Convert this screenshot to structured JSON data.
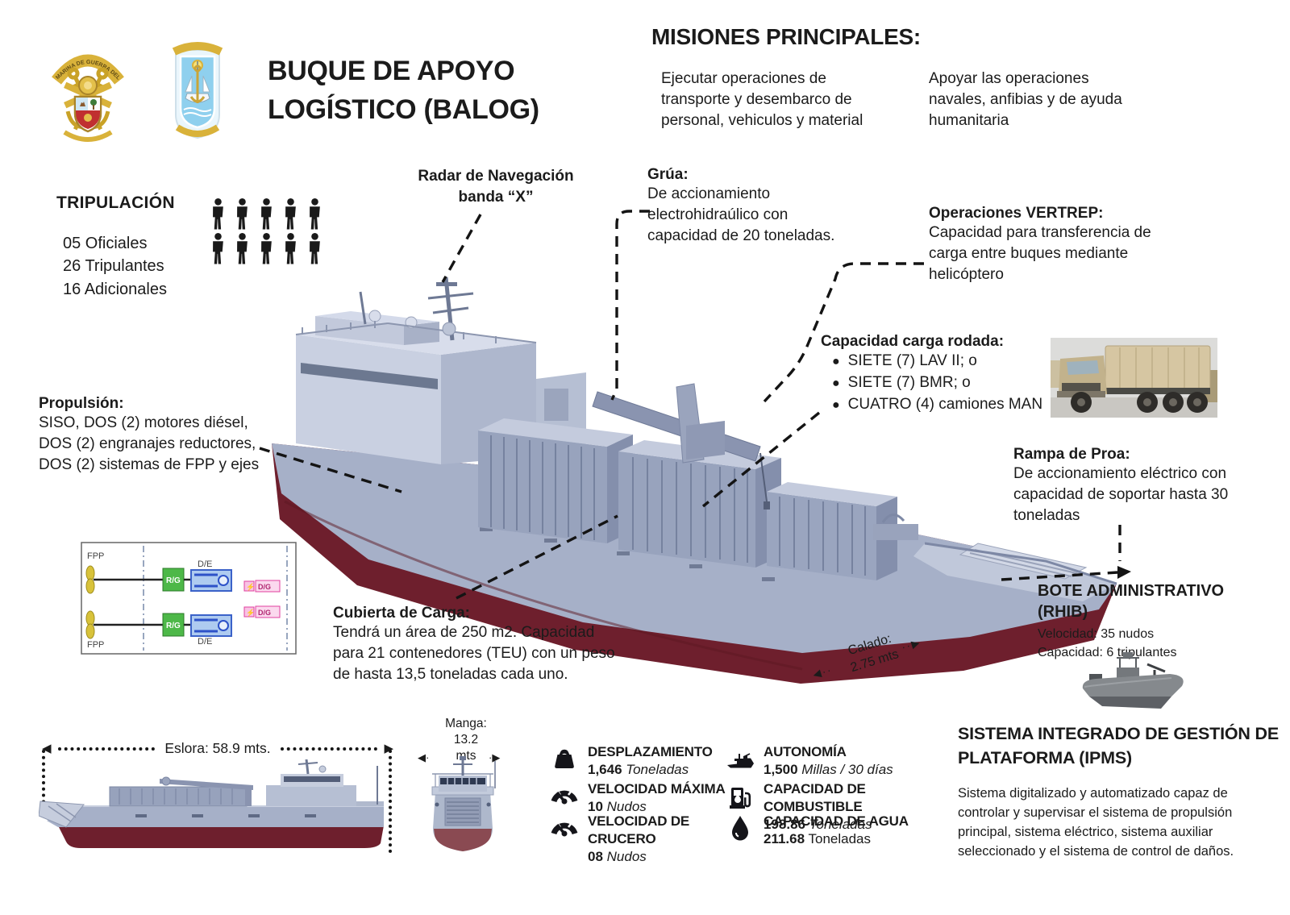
{
  "header": {
    "title": "BUQUE DE APOYO LOGÍSTICO (BALOG)",
    "logo1_ribbon": "MARINA DE GUERRA DEL PERÚ"
  },
  "missions": {
    "heading": "MISIONES PRINCIPALES:",
    "col1": "Ejecutar operaciones de transporte y desembarco de personal, vehiculos y material",
    "col2": "Apoyar las operaciones navales, anfibias y de ayuda humanitaria"
  },
  "crew": {
    "heading": "TRIPULACIÓN",
    "lines": [
      "05 Oficiales",
      "26 Tripulantes",
      "16 Adicionales"
    ],
    "icon_count": 10
  },
  "callouts": {
    "radar": "Radar de Navegación banda “X”",
    "grua_title": "Grúa:",
    "grua_body": "De accionamiento electrohidraúlico con capacidad de 20 toneladas.",
    "vertrep_title": "Operaciones VERTREP:",
    "vertrep_body": "Capacidad para  transferencia de carga entre buques mediante helicóptero",
    "carga_title": "Capacidad carga rodada:",
    "carga_items": [
      "SIETE (7) LAV II; o",
      "SIETE (7) BMR; o",
      "CUATRO (4) camiones MAN"
    ],
    "rampa_title": "Rampa de Proa:",
    "rampa_body": "De accionamiento eléctrico con capacidad de soportar hasta 30 toneladas",
    "propulsion_title": "Propulsión:",
    "propulsion_body": "SISO, DOS (2) motores diésel, DOS (2) engranajes reductores, DOS (2) sistemas de FPP y ejes",
    "cubierta_title": "Cubierta de Carga:",
    "cubierta_body": "Tendrá un área de 250 m2. Capacidad para 21 contenedores (TEU) con un peso de hasta 13,5 toneladas cada uno.",
    "bote_title": "BOTE ADMINISTRATIVO (RHIB)",
    "bote_lines": [
      "Velocidad: 35 nudos",
      "Capacidad: 6 tripulantes"
    ],
    "calado": "Calado:\n2.75 mts"
  },
  "prop_diagram": {
    "fpp_top": "FPP",
    "fpp_bottom": "FPP",
    "rg_top": "R/G",
    "rg_bottom": "R/G",
    "de_top": "D/E",
    "de_bottom": "D/E",
    "dg_top": "D/G",
    "dg_bottom": "D/G"
  },
  "dimensions": {
    "eslora": "Eslora: 58.9 mts.",
    "manga": "Manga:\n13.2\nmts"
  },
  "stats": {
    "left": [
      {
        "icon": "weight-icon",
        "label": "DESPLAZAMIENTO",
        "value": "1,646",
        "unit": "Toneladas"
      },
      {
        "icon": "gauge-icon",
        "label": "VELOCIDAD MÁXIMA",
        "value": "10",
        "unit": "Nudos"
      },
      {
        "icon": "gauge-icon",
        "label": "VELOCIDAD DE CRUCERO",
        "value": "08",
        "unit": "Nudos"
      }
    ],
    "right": [
      {
        "icon": "ship-icon",
        "label": "AUTONOMÍA",
        "value": "1,500",
        "unit": "Millas / 30 días"
      },
      {
        "icon": "fuel-icon",
        "label": "CAPACIDAD DE COMBUSTIBLE",
        "value": "198.86",
        "unit": "Toneladas"
      },
      {
        "icon": "water-drop-icon",
        "label": "CAPACIDAD DE AGUA",
        "value": "211.68",
        "unit": "Toneladas"
      }
    ]
  },
  "ipms": {
    "title": "SISTEMA INTEGRADO DE GESTIÓN DE PLATAFORMA (IPMS)",
    "body": "Sistema digitalizado y automatizado capaz de controlar y supervisar el sistema de propulsión principal, sistema eléctrico, sistema auxiliar seleccionado y el sistema de control de daños."
  }
}
